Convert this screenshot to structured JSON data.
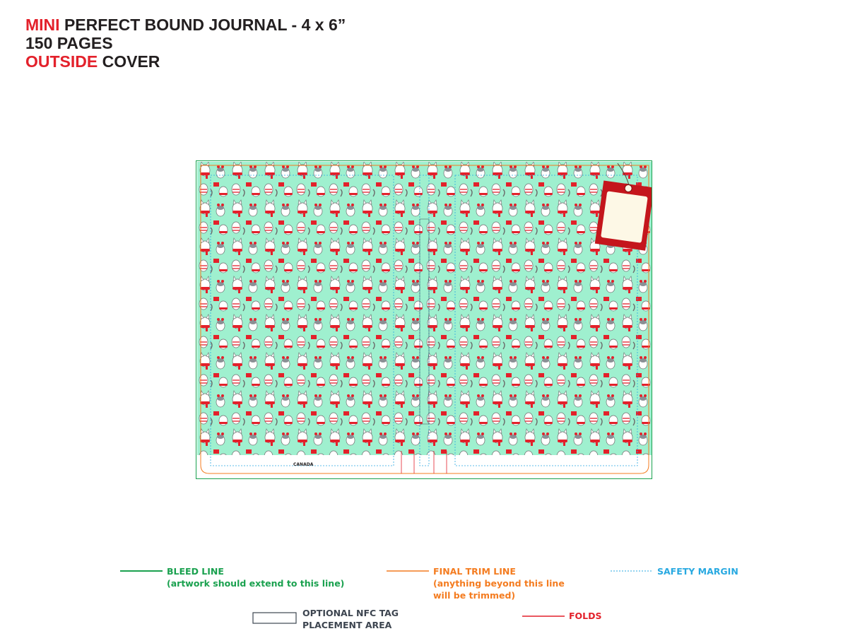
{
  "header": {
    "line1_red": "MINI",
    "line1_rest": " PERFECT BOUND JOURNAL - 4 x 6”",
    "line2": "150 PAGES",
    "line3_red": "OUTSIDE",
    "line3_rest": " COVER"
  },
  "cover": {
    "imprint_text": "CANADA",
    "pattern_background": "#9ff0cf",
    "accent_red": "#e3212b",
    "tag_color": "#c4161c",
    "tag_label_color": "#fdf8e6"
  },
  "legend": {
    "bleed": {
      "title": "BLEED LINE",
      "note": "(artwork should extend to this line)",
      "color": "#1aa14f"
    },
    "trim": {
      "title": "FINAL TRIM LINE",
      "note_1": "(anything beyond this line",
      "note_2": "will be trimmed)",
      "color": "#f47c20"
    },
    "safety": {
      "title": "SAFETY MARGIN",
      "color": "#28a9e1"
    },
    "nfc": {
      "line_1": "OPTIONAL NFC TAG",
      "line_2": "PLACEMENT AREA",
      "color": "#3d4550"
    },
    "folds": {
      "title": "FOLDS",
      "color": "#e3212b"
    }
  }
}
